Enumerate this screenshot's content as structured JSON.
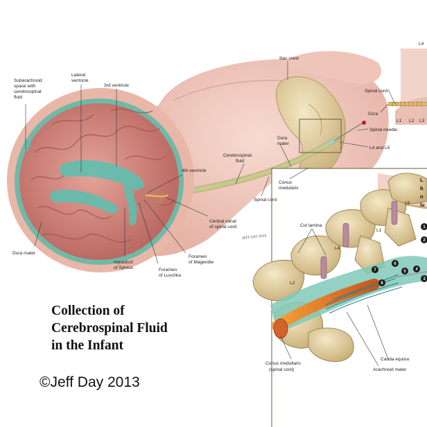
{
  "title": {
    "line1": "Collection of",
    "line2": "Cerebrospinal Fluid",
    "line3": "in the Infant"
  },
  "copyright": "©Jeff Day 2013",
  "signature": "JEFF DAY 2013",
  "labels": {
    "subarachnoid_1": "Subarachnoid",
    "subarachnoid_2": "space with",
    "subarachnoid_3": "cerebrospinal",
    "subarachnoid_4": "fluid",
    "lateral_ventricle_1": "Lateral",
    "lateral_ventricle_2": "ventricle",
    "third_ventricle": "3rd ventricle",
    "fourth_ventricle": "4th ventricle",
    "dura_mater_left": "Dura mater",
    "aqueduct_1": "Aqueduct",
    "aqueduct_2": "of Sylvius",
    "luschka_1": "Foramen",
    "luschka_2": "of Luschka",
    "magendie_1": "Foramen",
    "magendie_2": "of Magendie",
    "central_canal_1": "Central canal",
    "central_canal_2": "of spinal cord",
    "csf_1": "Cerebrospinal",
    "csf_2": "fluid",
    "spinal_cord_mid": "Spinal cord",
    "iliac_crest": "Iliac crest",
    "dura_mater_mid_1": "Dura",
    "dura_mater_mid_2": "mater",
    "conus_mid_1": "Conus",
    "conus_mid_2": "medularis",
    "spinal_cord_right": "Spinal cord",
    "dura_right": "Dura",
    "spinal_needle": "Spinal needle",
    "l4_l5": "L4 and L5",
    "l1": "L1",
    "l2": "L2",
    "l3": "L3",
    "l4_top": "L4",
    "cut_lamina": "Cut lamina",
    "cauda_equina": "Cauda equina",
    "arachnoid_mater": "Arachnoid mater",
    "conus_bottom_1": "Conus medullaris",
    "conus_bottom_2": "(spinal cord)",
    "vert_l1": "L1",
    "vert_l2": "L2",
    "vert_l4": "L4",
    "vert_l5": "L5",
    "side_1": "L",
    "side_2": "b",
    "side_3": "n",
    "side_4": "lu"
  },
  "markers": [
    "1",
    "2",
    "3",
    "4",
    "5",
    "6",
    "7",
    "8"
  ],
  "colors": {
    "skin": "#f0c8bd",
    "brain": "#d98f86",
    "csf": "#5fbfb0",
    "bone": "#e8d8a8",
    "spinal_cord": "#e07a2c"
  }
}
